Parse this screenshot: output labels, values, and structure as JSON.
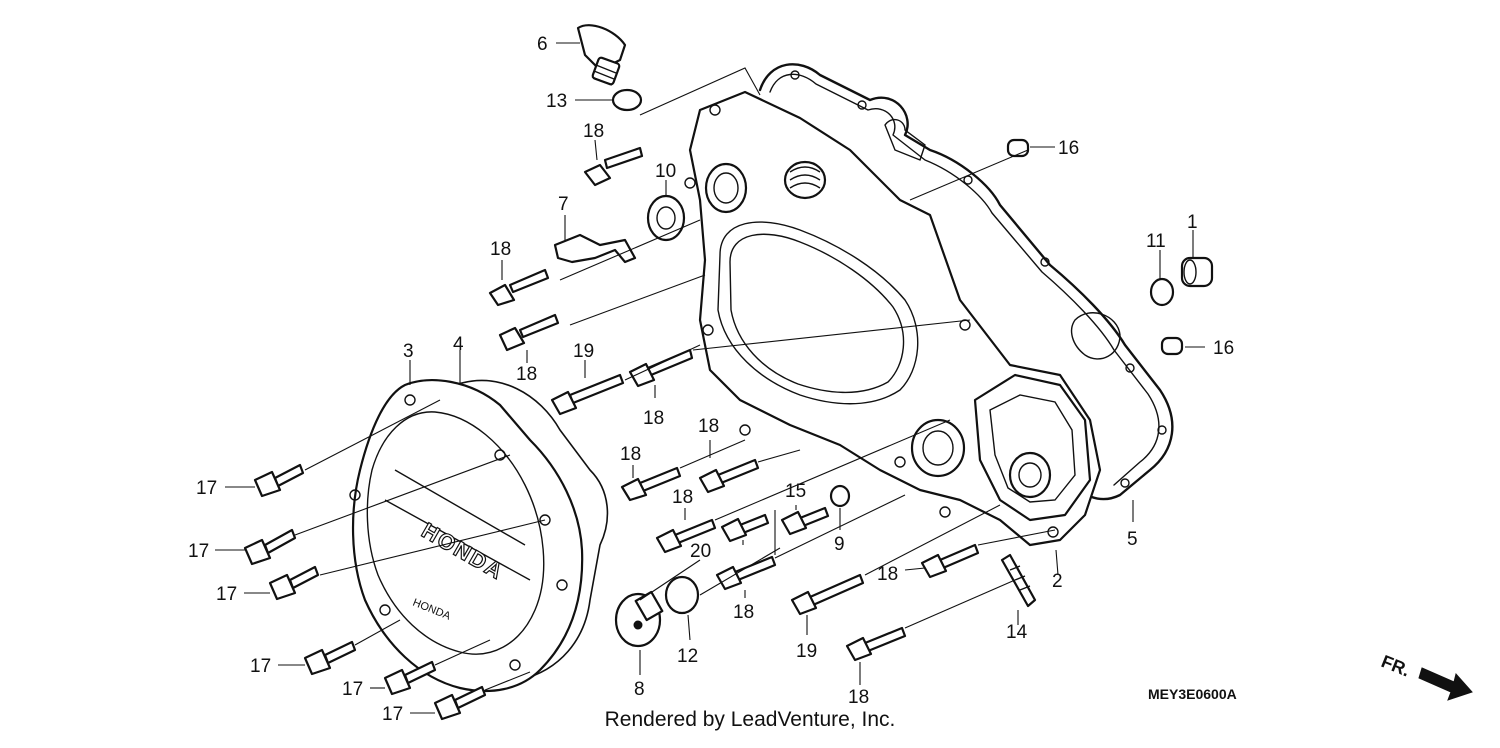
{
  "diagram": {
    "callouts": [
      {
        "id": "c6",
        "text": "6"
      },
      {
        "id": "c13",
        "text": "13"
      },
      {
        "id": "c18a",
        "text": "18"
      },
      {
        "id": "c10",
        "text": "10"
      },
      {
        "id": "c7",
        "text": "7"
      },
      {
        "id": "c18b",
        "text": "18"
      },
      {
        "id": "c18c",
        "text": "18"
      },
      {
        "id": "c19a",
        "text": "19"
      },
      {
        "id": "c18d",
        "text": "18"
      },
      {
        "id": "c3",
        "text": "3"
      },
      {
        "id": "c4",
        "text": "4"
      },
      {
        "id": "c16a",
        "text": "16"
      },
      {
        "id": "c11",
        "text": "11"
      },
      {
        "id": "c1",
        "text": "1"
      },
      {
        "id": "c16b",
        "text": "16"
      },
      {
        "id": "c5",
        "text": "5"
      },
      {
        "id": "c18e",
        "text": "18"
      },
      {
        "id": "c18f",
        "text": "18"
      },
      {
        "id": "c18g",
        "text": "18"
      },
      {
        "id": "c15",
        "text": "15"
      },
      {
        "id": "c9",
        "text": "9"
      },
      {
        "id": "c20",
        "text": "20"
      },
      {
        "id": "c18h",
        "text": "18"
      },
      {
        "id": "c18i",
        "text": "18"
      },
      {
        "id": "c2",
        "text": "2"
      },
      {
        "id": "c14",
        "text": "14"
      },
      {
        "id": "c19b",
        "text": "19"
      },
      {
        "id": "c18j",
        "text": "18"
      },
      {
        "id": "c12",
        "text": "12"
      },
      {
        "id": "c8",
        "text": "8"
      },
      {
        "id": "c17a",
        "text": "17"
      },
      {
        "id": "c17b",
        "text": "17"
      },
      {
        "id": "c17c",
        "text": "17"
      },
      {
        "id": "c17d",
        "text": "17"
      },
      {
        "id": "c17e",
        "text": "17"
      },
      {
        "id": "c17f",
        "text": "17"
      }
    ],
    "cover_logo": "HONDA",
    "cover_small_mark": "HONDA",
    "front_label": "FR.",
    "code": "MEY3E0600A",
    "footer": "Rendered by LeadVenture, Inc."
  }
}
